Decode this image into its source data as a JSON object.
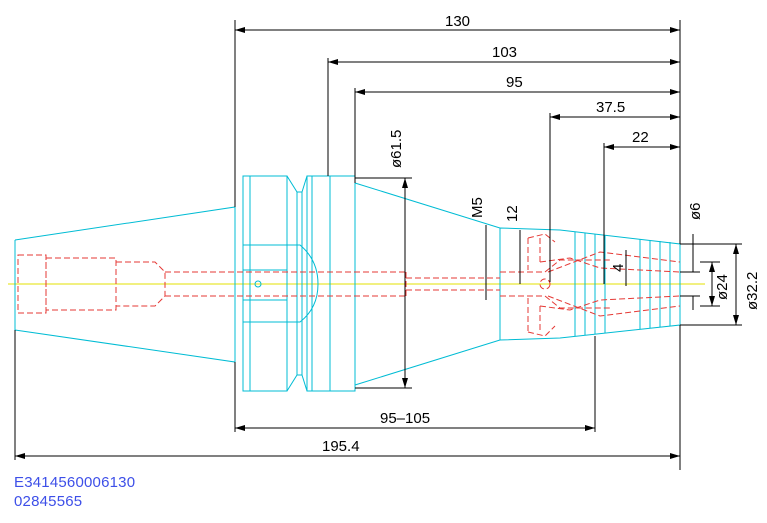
{
  "colors": {
    "outline": "#00bcd4",
    "hidden": "#e53935",
    "centerline": "#e3e000",
    "dimension": "#000000",
    "code": "#3d4fe8"
  },
  "dimensions": {
    "d130": "130",
    "d103": "103",
    "d95": "95",
    "d37_5": "37.5",
    "d22": "22",
    "d95_105": "95–105",
    "d195_4": "195.4",
    "dia61_5": "ø61.5",
    "m5": "M5",
    "d12": "12",
    "d4": "4",
    "dia6": "ø6",
    "dia24": "ø24",
    "dia32_2": "ø32.2"
  },
  "codes": {
    "part_number": "E3414560006130",
    "order_number": "02845565"
  }
}
